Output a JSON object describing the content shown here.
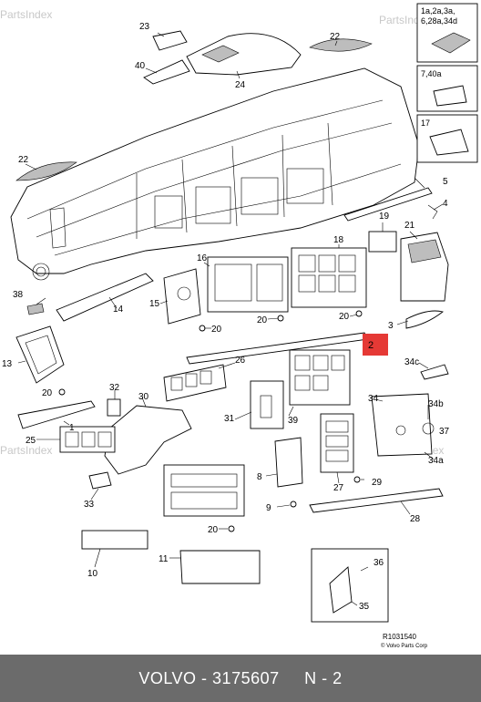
{
  "watermark": "PartsIndex",
  "callouts": {
    "c1": "1",
    "c2": "2",
    "c3": "3",
    "c5": "5",
    "c8": "8",
    "c9": "9",
    "c10": "10",
    "c11": "11",
    "c13": "13",
    "c14": "14",
    "c15": "15",
    "c16": "16",
    "c18": "18",
    "c19": "19",
    "c20": "20",
    "c21": "21",
    "c22": "22",
    "c23": "23",
    "c24": "24",
    "c25": "25",
    "c26": "26",
    "c27": "27",
    "c28": "28",
    "c29": "29",
    "c30": "30",
    "c31": "31",
    "c32": "32",
    "c33": "33",
    "c34": "34",
    "c34a": "34a",
    "c34b": "34b",
    "c34c": "34c",
    "c35": "35",
    "c36": "36",
    "c37": "37",
    "c38": "38",
    "c39": "39",
    "c40": "40",
    "c4": "4"
  },
  "highlight": {
    "label": "2",
    "color": "#e53935"
  },
  "inset_panels": [
    {
      "lines": [
        "1a,2a,3a,",
        "6,28a,34d"
      ]
    },
    {
      "lines": [
        "7,40a"
      ]
    },
    {
      "lines": [
        "17"
      ]
    }
  ],
  "drawing_ref": "R1031540",
  "copyright": "© Volvo Parts Corp",
  "footer": {
    "brand": "VOLVO",
    "part_number": "3175607",
    "position": "N - 2"
  }
}
